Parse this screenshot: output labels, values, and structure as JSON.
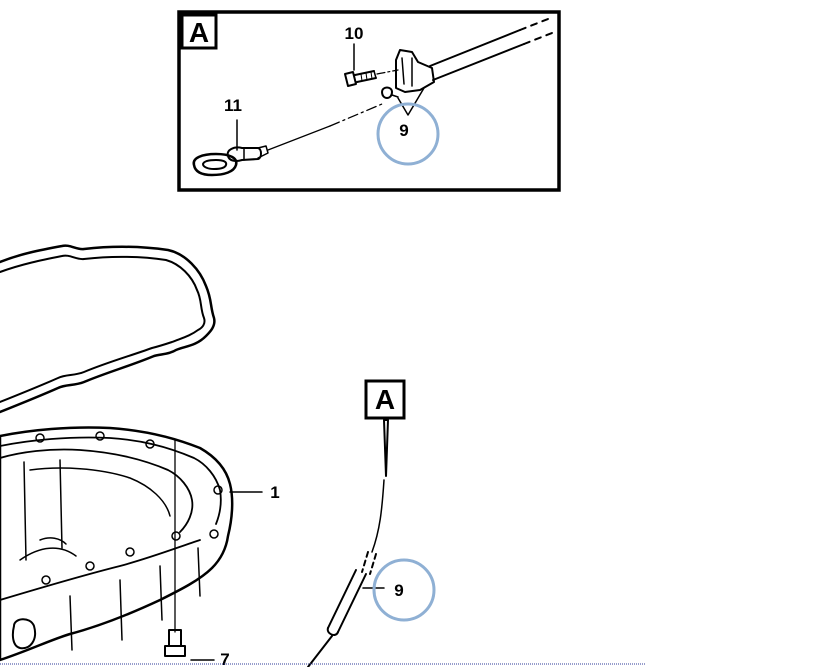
{
  "detail": {
    "letter": "A"
  },
  "callouts": {
    "dipstick_tube_detail": "9",
    "bolt": "10",
    "dipstick": "11",
    "oil_pan": "1",
    "drain_plug": "7",
    "dipstick_tube_main": "9"
  },
  "view_reference": {
    "letter": "A"
  },
  "colors": {
    "line": "#000000",
    "highlight_circle": "#8fb0d4",
    "bottom_border": "#2f3b9a",
    "background": "#ffffff"
  }
}
